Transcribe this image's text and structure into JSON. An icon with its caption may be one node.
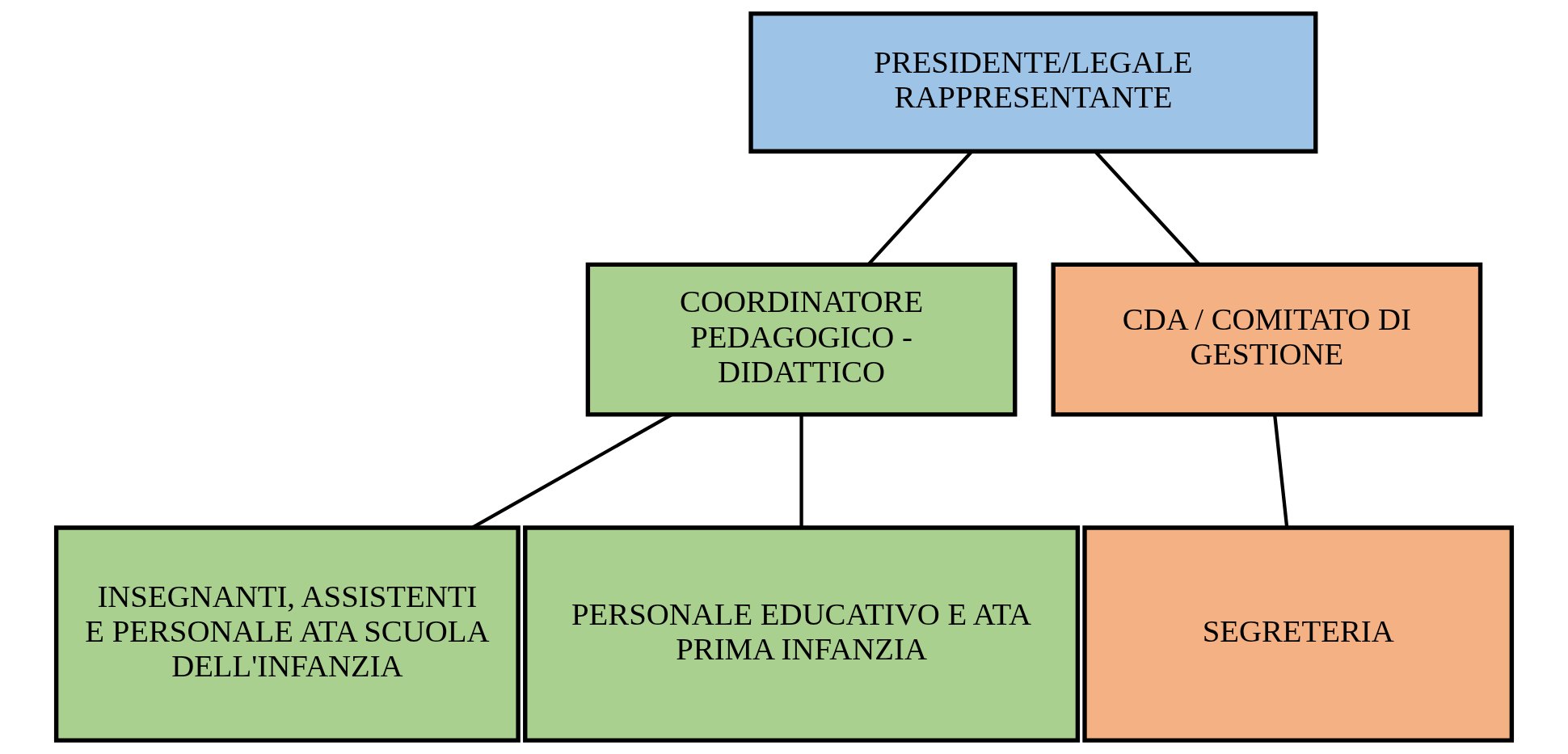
{
  "diagram": {
    "nodes": [
      {
        "text": [
          "PRESIDENTE/LEGALE RAPPRESENTANTE"
        ]
      },
      {
        "text": [
          "COORDINATORE PEDAGOGICO - DIDATTICO"
        ]
      },
      {
        "text": [
          "CDA / COMITATO DI GESTIONE"
        ]
      },
      {
        "text": [
          "INSEGNANTI, ASSISTENTI E PERSONALE ATA SCUOLA DELL'INFANZIA"
        ]
      },
      {
        "text": [
          "PERSONALE EDUCATIVO E ATA PRIMA INFANZIA"
        ]
      },
      {
        "text": [
          "SEGRETERIA"
        ]
      }
    ],
    "edges": [
      {
        "from": 0,
        "to": 1,
        "arrow": "none"
      },
      {
        "from": 0,
        "to": 2,
        "arrow": "none"
      },
      {
        "from": 1,
        "to": 3,
        "arrow": "none"
      },
      {
        "from": 1,
        "to": 4,
        "arrow": "none"
      },
      {
        "from": 2,
        "to": 5,
        "arrow": "none"
      }
    ]
  }
}
